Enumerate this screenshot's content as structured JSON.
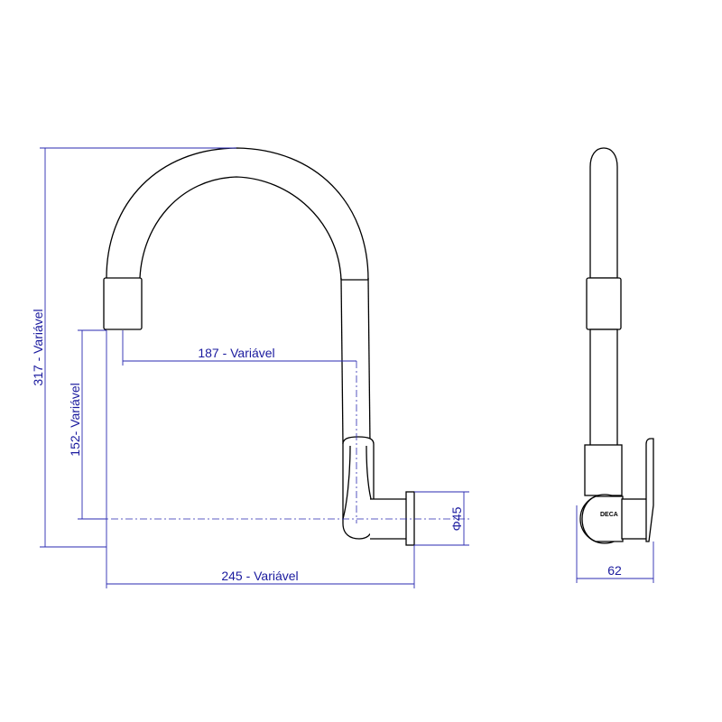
{
  "dimensions": {
    "total_height": "317 - Variável",
    "spout_height": "152- Variável",
    "spout_reach": "187 - Variável",
    "total_length": "245 - Variável",
    "flange_diameter": "Φ45",
    "side_depth": "62"
  },
  "brand_mark": "DECA",
  "colors": {
    "outline": "#000000",
    "dimension": "#1a1a9e"
  }
}
